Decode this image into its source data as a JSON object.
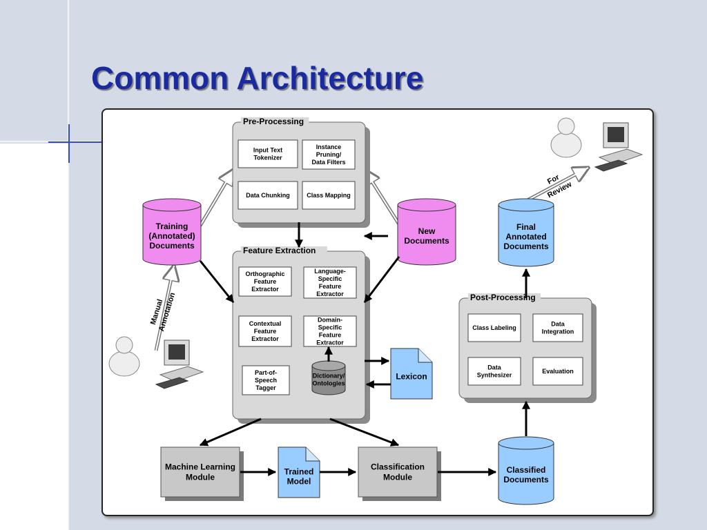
{
  "slide": {
    "title": "Common Architecture"
  },
  "diagram": {
    "pre_processing": {
      "title": "Pre-Processing",
      "items": [
        [
          "Input Text",
          "Tokenizer"
        ],
        [
          "Instance",
          "Pruning/",
          "Data Filters"
        ],
        [
          "Data Chunking"
        ],
        [
          "Class Mapping"
        ]
      ]
    },
    "feature_extraction": {
      "title": "Feature Extraction",
      "items": [
        [
          "Orthographic",
          "Feature",
          "Extractor"
        ],
        [
          "Language-",
          "Specific",
          "Feature",
          "Extractor"
        ],
        [
          "Contextual",
          "Feature",
          "Extractor"
        ],
        [
          "Domain-",
          "Specific",
          "Feature",
          "Extractor"
        ],
        [
          "Part-of-",
          "Speech",
          "Tagger"
        ]
      ],
      "dictionary": [
        "Dictionary/",
        "Ontologies"
      ]
    },
    "post_processing": {
      "title": "Post-Processing",
      "items": [
        [
          "Class Labeling"
        ],
        [
          "Data",
          "Integration"
        ],
        [
          "Data",
          "Synthesizer"
        ],
        [
          "Evaluation"
        ]
      ]
    },
    "training_documents": [
      "Training",
      "(Annotated)",
      "Documents"
    ],
    "new_documents": [
      "New",
      "Documents"
    ],
    "final_documents": [
      "Final",
      "Annotated",
      "Documents"
    ],
    "classified_documents": [
      "Classified",
      "Documents"
    ],
    "lexicon": "Lexicon",
    "ml_module": [
      "Machine Learning",
      "Module"
    ],
    "trained_model": [
      "Trained",
      "Model"
    ],
    "classification_module": [
      "Classification",
      "Module"
    ],
    "manual_annotation": [
      "Manual",
      "Annotation"
    ],
    "for_review": [
      "For",
      "Review"
    ],
    "colors": {
      "title": "#1a2aa0",
      "panel": "#d9d9d9",
      "module": "#c8c8c8",
      "pink_cylinder": "#f08cf0",
      "blue_doc": "#99ccff",
      "dictionary": "#8c8c8c"
    }
  }
}
